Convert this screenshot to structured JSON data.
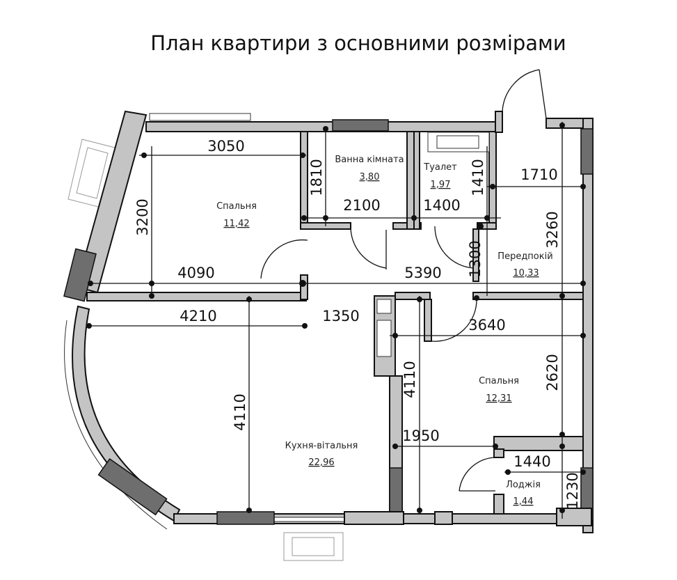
{
  "title": "План квартири з основними розмірами",
  "rooms": [
    {
      "name": "Спальня",
      "area": "11,42"
    },
    {
      "name": "Ванна кімната",
      "area": "3,80"
    },
    {
      "name": "Туалет",
      "area": "1,97"
    },
    {
      "name": "Передпокій",
      "area": "10,33"
    },
    {
      "name": "Спальня",
      "area": "12,31"
    },
    {
      "name": "Кухня-вітальня",
      "area": "22,96"
    },
    {
      "name": "Лоджія",
      "area": "1,44"
    }
  ],
  "dimensions": {
    "bedroom1_width": "3050",
    "bedroom1_height": "3200",
    "bath_height": "1810",
    "bath_width": "2100",
    "toilet_width": "1400",
    "toilet_height": "1410",
    "hall_width": "1710",
    "hall_height": "3260",
    "hall_niche": "1300",
    "corridor_length": "5390",
    "bedroom1_depth": "4090",
    "kitchen_width": "4210",
    "kitchen_extra": "1350",
    "bedroom2_width": "3640",
    "bedroom2_height": "2620",
    "kitchen_height": "4110",
    "bedroom2_full_height": "4110",
    "bedroom2_lower": "1950",
    "loggia_width": "1440",
    "loggia_height": "1230"
  }
}
